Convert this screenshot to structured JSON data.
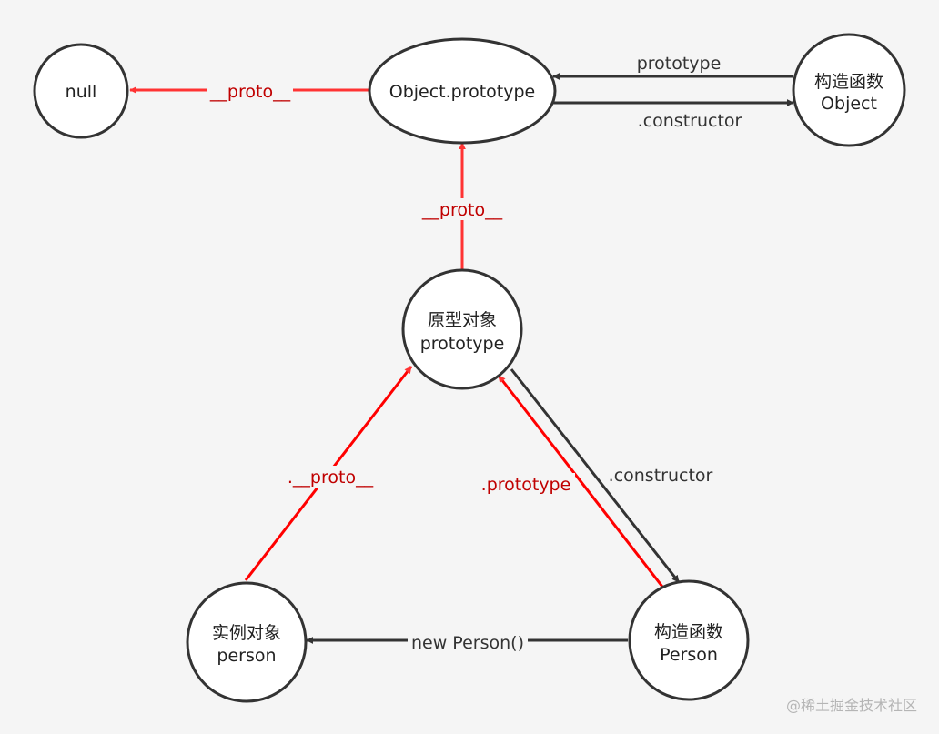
{
  "colors": {
    "background": "#f5f5f5",
    "node_stroke": "#333333",
    "node_fill": "#ffffff",
    "red_arrow": "#ff3333",
    "red_label": "#c00000",
    "dark_arrow": "#333333"
  },
  "nodes": {
    "null_node": {
      "line1": "null"
    },
    "object_prototype": {
      "line1": "Object.prototype"
    },
    "object_ctor": {
      "line1": "构造函数",
      "line2": "Object"
    },
    "proto_obj": {
      "line1": "原型对象",
      "line2": "prototype"
    },
    "instance": {
      "line1": "实例对象",
      "line2": "person"
    },
    "person_ctor": {
      "line1": "构造函数",
      "line2": "Person"
    }
  },
  "edges": {
    "objproto_to_null": "__proto__",
    "ctor_to_objproto": "prototype",
    "objproto_to_ctor": ".constructor",
    "protoobj_to_objproto": "__proto__",
    "instance_to_protoobj": ".__proto__",
    "person_to_protoobj": ".prototype",
    "protoobj_to_person": ".constructor",
    "person_to_instance": "new Person()"
  },
  "watermark": "@稀土掘金技术社区"
}
